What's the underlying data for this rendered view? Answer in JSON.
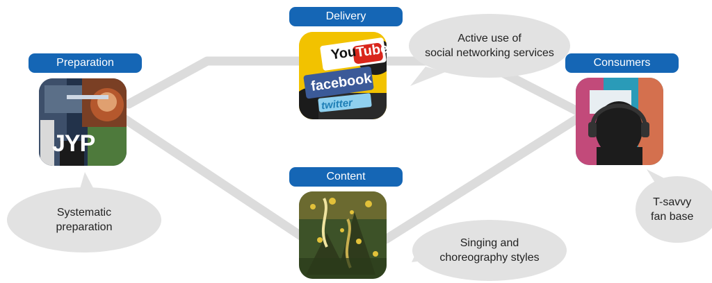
{
  "nodes": {
    "preparation": {
      "label": "Preparation"
    },
    "delivery": {
      "label": "Delivery",
      "logos": {
        "youtube_you": "You",
        "youtube_tube": "Tube",
        "facebook": "facebook",
        "twitter": "twitter"
      }
    },
    "content": {
      "label": "Content"
    },
    "consumers": {
      "label": "Consumers"
    },
    "jyp_mark": "JYP"
  },
  "bubbles": {
    "preparation": {
      "line1": "Systematic",
      "line2": "preparation"
    },
    "delivery": {
      "line1": "Active use of",
      "line2": "social networking services"
    },
    "content": {
      "line1": "Singing and",
      "line2": "choreography styles"
    },
    "consumers": {
      "line1": "T-savvy",
      "line2": "fan base"
    }
  },
  "colors": {
    "pill": "#1566b5",
    "connector": "#dcdcdc",
    "bubble": "#e2e2e2"
  }
}
